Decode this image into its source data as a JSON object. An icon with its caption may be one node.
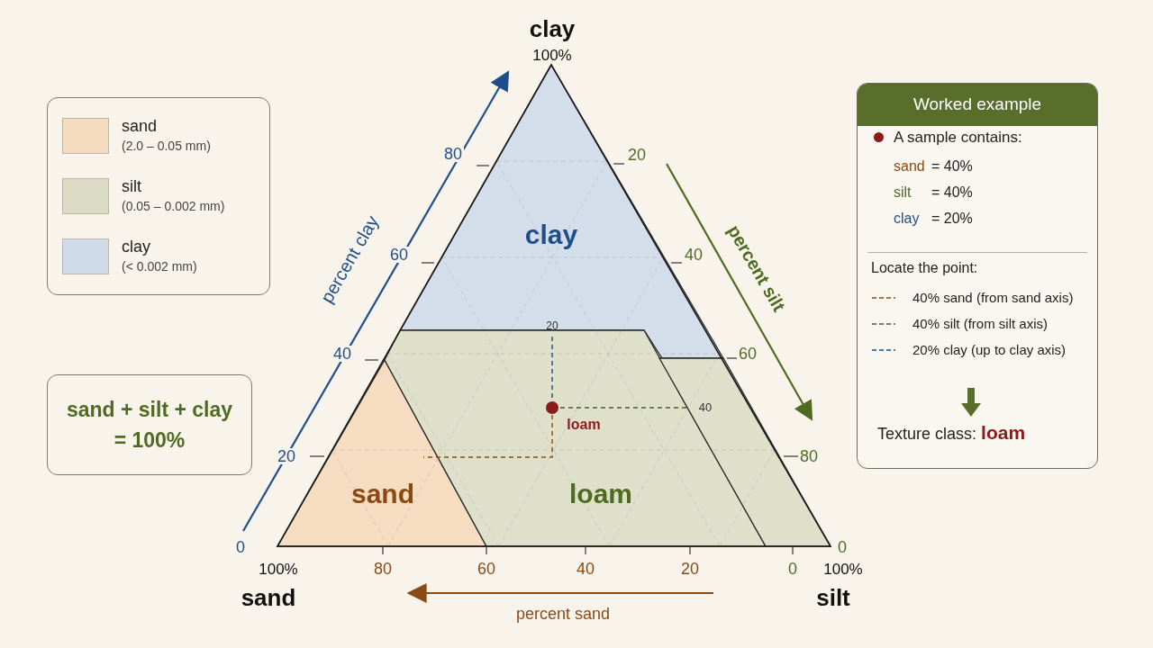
{
  "diagram": {
    "nodes": [
      {
        "text": [
          "clay"
        ]
      },
      {
        "text": [
          "sand"
        ]
      },
      {
        "text": [
          "loam"
        ]
      },
      {
        "text": [],
        "shape": "polygon"
      },
      {
        "text": [
          "sand + silt + clay = 100%"
        ]
      },
      {
        "text": [
          "Worked example",
          "A sample contains:",
          "sand",
          "= 40%",
          "silt",
          "= 40%",
          "clay",
          "= 20%",
          "Locate the point:",
          "40% sand (from sand axis)",
          "40% silt (from silt axis)",
          "20% clay (up to clay axis)",
          "Texture class: **loam**"
        ]
      }
    ],
    "labels": [
      "clay",
      "100%",
      "80",
      "20",
      "percent clay",
      "percent silt",
      "60",
      "40",
      "20",
      "40",
      "60",
      "40",
      "loam",
      "20",
      "80",
      "0",
      "0",
      "100%",
      "80",
      "60",
      "40",
      "20",
      "0",
      "100%",
      "sand",
      "silt",
      "percent sand"
    ],
    "legend": [
      {
        "text": "sand (2.0 – 0.05 mm)",
        "color": "#f5dcc0"
      },
      {
        "text": "silt (0.05 – 0.002 mm)",
        "color": "#dcdcc6"
      },
      {
        "text": "clay (< 0.002 mm)",
        "color": "#cfdbe9"
      }
    ]
  }
}
